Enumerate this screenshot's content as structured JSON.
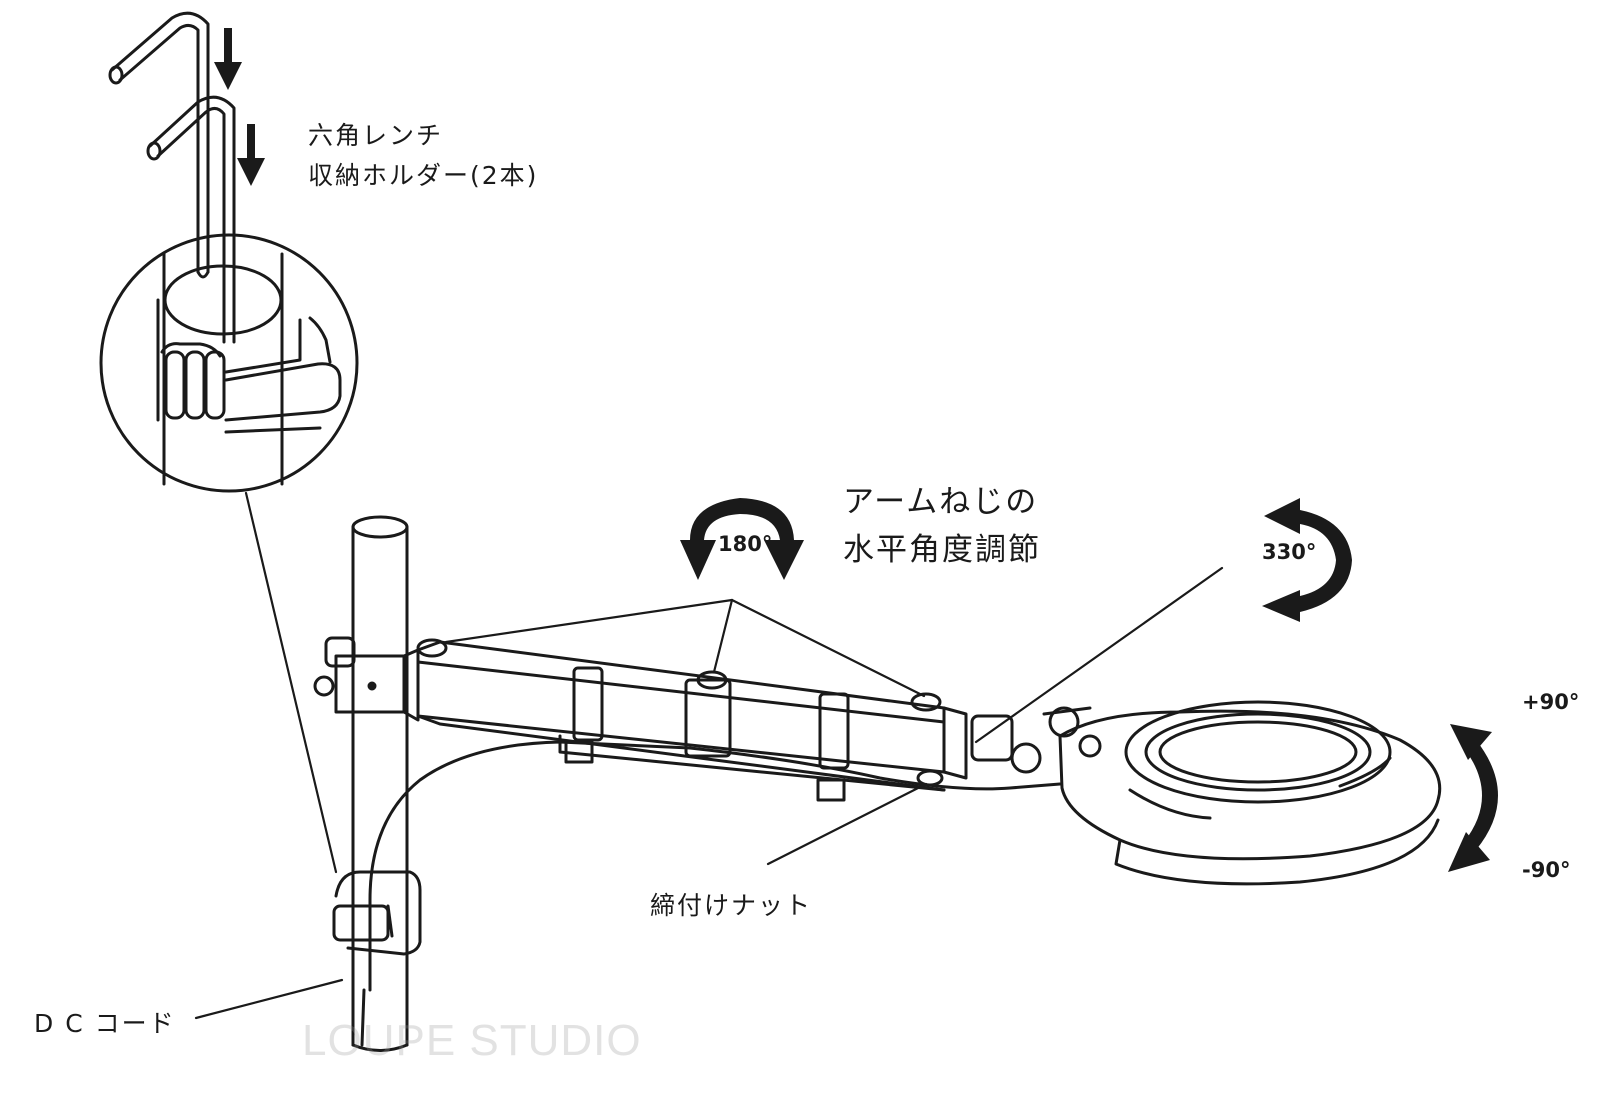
{
  "labels": {
    "hex_holder_line1": "六角レンチ",
    "hex_holder_line2": "収納ホルダー(2本)",
    "arm_screw_line1": "アームねじの",
    "arm_screw_line2": "水平角度調節",
    "rot_180": "180°",
    "rot_330": "330°",
    "tilt_plus": "+90°",
    "tilt_minus": "-90°",
    "nut": "締付けナット",
    "dc_cord": "D C コード"
  },
  "watermark": "LOUPE STUDIO",
  "colors": {
    "line": "#1a1a1a",
    "fill": "#ffffff"
  }
}
